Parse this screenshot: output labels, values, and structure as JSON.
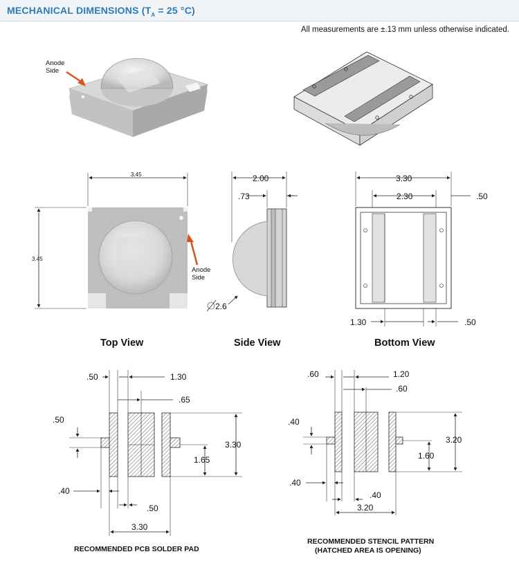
{
  "header": {
    "title_main": "MECHANICAL DIMENSIONS (T",
    "title_sub": "A",
    "title_end": " = 25 °C)"
  },
  "note": "All measurements are ±.13 mm unless otherwise indicated.",
  "anode_label_1": "Anode",
  "anode_label_2": "Side",
  "top_view": {
    "label": "Top View",
    "width": "3.45",
    "height": "3.45"
  },
  "side_view": {
    "label": "Side View",
    "d1": "2.00",
    "d2": ".73",
    "diameter": "2.6"
  },
  "bottom_view": {
    "label": "Bottom View",
    "outer": "3.30",
    "inner": "2.30",
    "right": ".50",
    "left_b": "1.30",
    "right_b": ".50"
  },
  "solder_pad": {
    "caption": "RECOMMENDED PCB SOLDER PAD",
    "d_050_top": ".50",
    "d_130": "1.30",
    "d_065": ".65",
    "d_050_left": ".50",
    "d_330_v": "3.30",
    "d_165": "1.65",
    "d_040": ".40",
    "d_050_bot": ".50",
    "d_330_h": "3.30"
  },
  "stencil": {
    "caption_1": "RECOMMENDED STENCIL PATTERN",
    "caption_2": "(HATCHED AREA IS OPENING)",
    "d_060_top": ".60",
    "d_120": "1.20",
    "d_060_b": ".60",
    "d_040_left": ".40",
    "d_320_v": "3.20",
    "d_160": "1.60",
    "d_040_low": ".40",
    "d_040_bot": ".40",
    "d_320_h": "3.20"
  },
  "colors": {
    "title": "#2e7ab8",
    "arrow": "#d9531e",
    "body": "#cfcfcf"
  }
}
